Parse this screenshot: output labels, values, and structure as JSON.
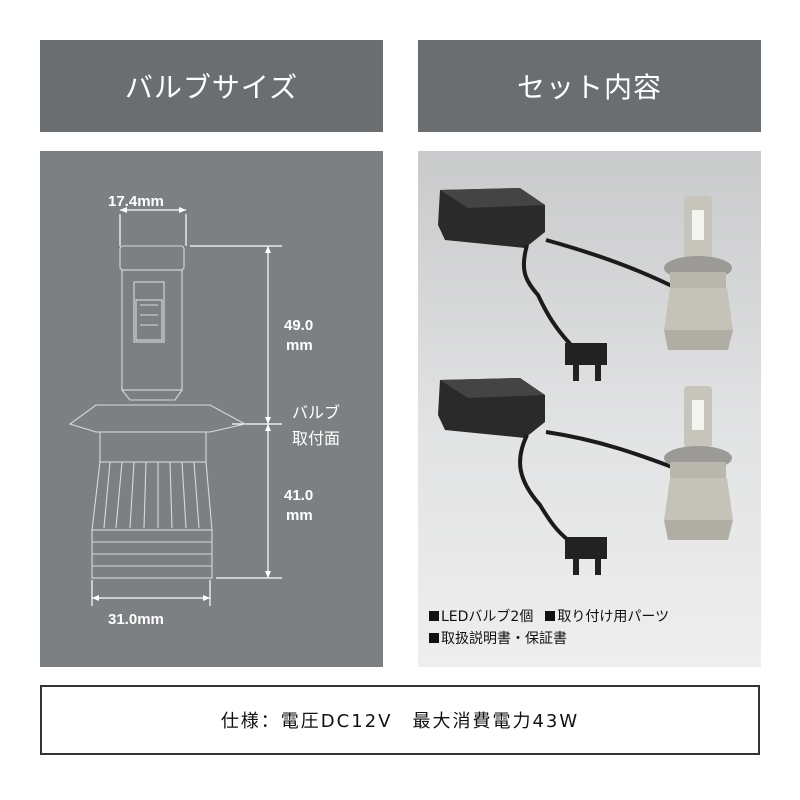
{
  "headers": {
    "bulb_size": "バルブサイズ",
    "set_contents": "セット内容"
  },
  "dimensions": {
    "top_width": "17.4mm",
    "upper_height_value": "49.0",
    "upper_height_unit": "mm",
    "mount_surface_line1": "バルブ",
    "mount_surface_line2": "取付面",
    "lower_height_value": "41.0",
    "lower_height_unit": "mm",
    "base_width": "31.0mm"
  },
  "contents": {
    "item1": "LEDバルブ2個",
    "item2": "取り付け用パーツ",
    "item3": "取扱説明書・保証書"
  },
  "spec": {
    "text": "仕様：電圧DC12V　最大消費電力43W"
  },
  "colors": {
    "header_bg": "#6b6e70",
    "left_panel_bg": "#7d8083",
    "right_panel_bg": "#d8d9da",
    "text_white": "#ffffff",
    "text_dark": "#111111"
  }
}
